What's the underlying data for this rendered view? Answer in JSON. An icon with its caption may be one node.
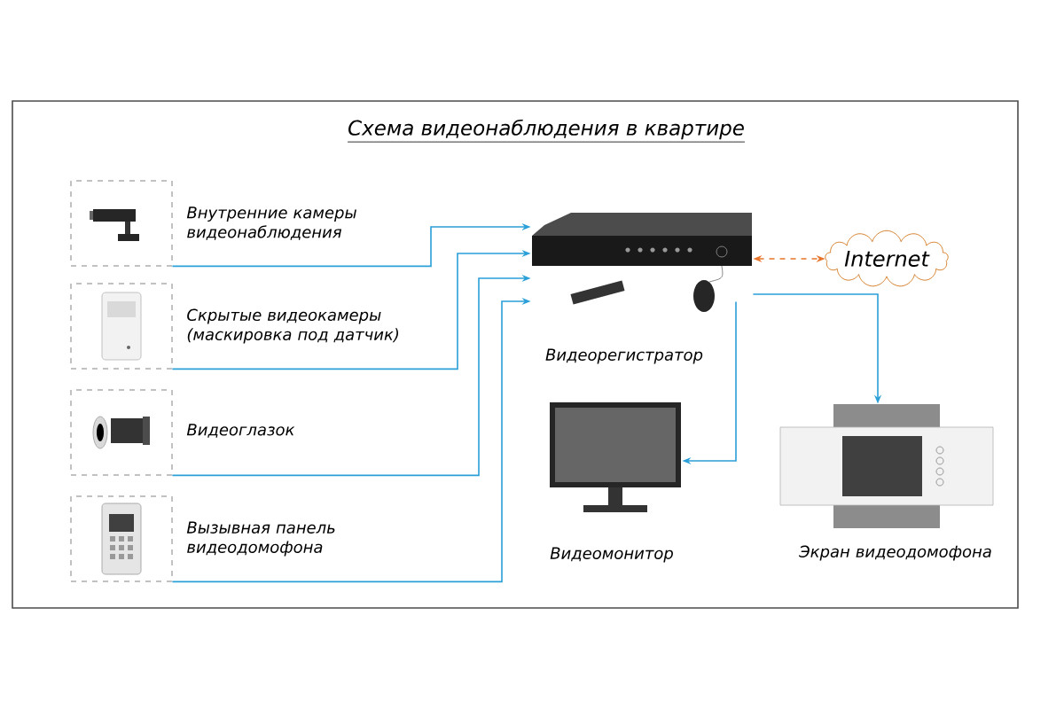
{
  "diagram": {
    "title": "Схема видеонаблюдения в квартире",
    "nodes": [
      {
        "text": [],
        "shape": "picture",
        "beside": [
          "Внутренние камеры видеонаблюдения"
        ]
      },
      {
        "text": [],
        "shape": "picture",
        "beside": [
          "Скрытые видеокамеры (маскировка под датчик)"
        ]
      },
      {
        "text": [],
        "shape": "picture",
        "beside": [
          "Видеоглазок"
        ]
      },
      {
        "text": [],
        "shape": "picture",
        "beside": [
          "Вызывная панель видеодомофона"
        ]
      },
      {
        "text": [],
        "shape": "picture",
        "beside": [
          "Видеорегистратор"
        ]
      },
      {
        "text": [
          "Internet"
        ]
      },
      {
        "text": [],
        "shape": "picture",
        "beside": [
          "Видеомонитор"
        ]
      },
      {
        "text": [],
        "shape": "picture",
        "beside": [
          "Экран видеодомофона"
        ]
      }
    ],
    "edges": [
      {
        "from": 0,
        "to": 4,
        "arrow": "to"
      },
      {
        "from": 1,
        "to": 4,
        "arrow": "to"
      },
      {
        "from": 2,
        "to": 4,
        "arrow": "to"
      },
      {
        "from": 3,
        "to": 4,
        "arrow": "to"
      },
      {
        "from": 4,
        "to": 5,
        "arrow": "both",
        "style": "dashed",
        "color": "#e8742a"
      },
      {
        "from": 4,
        "to": 6,
        "arrow": "to"
      },
      {
        "from": 4,
        "to": 7,
        "arrow": "to"
      }
    ]
  }
}
